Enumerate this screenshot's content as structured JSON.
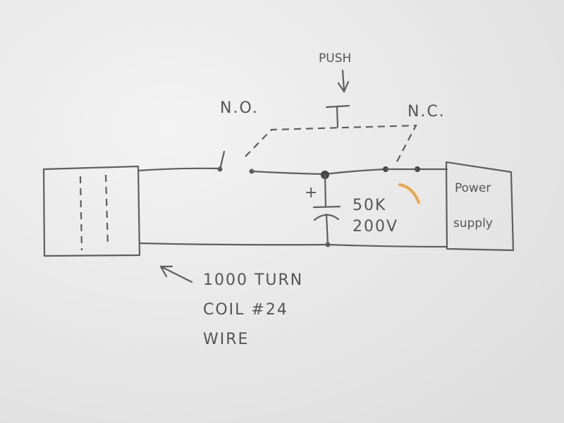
{
  "labels": {
    "push": "PUSH",
    "normally_open": "N.O.",
    "normally_closed": "N.C.",
    "capacitor_polarity": "+",
    "capacitor_value": "50K",
    "capacitor_voltage": "200V",
    "power_supply_line1": "Power",
    "power_supply_line2": "supply",
    "coil_line1": "1000 TURN",
    "coil_line2": "COIL #24",
    "coil_line3": "WIRE"
  },
  "colors": {
    "paper": "#eeeeee",
    "pencil": "#5e5e5e",
    "orange_mark": "#e8a64a"
  }
}
